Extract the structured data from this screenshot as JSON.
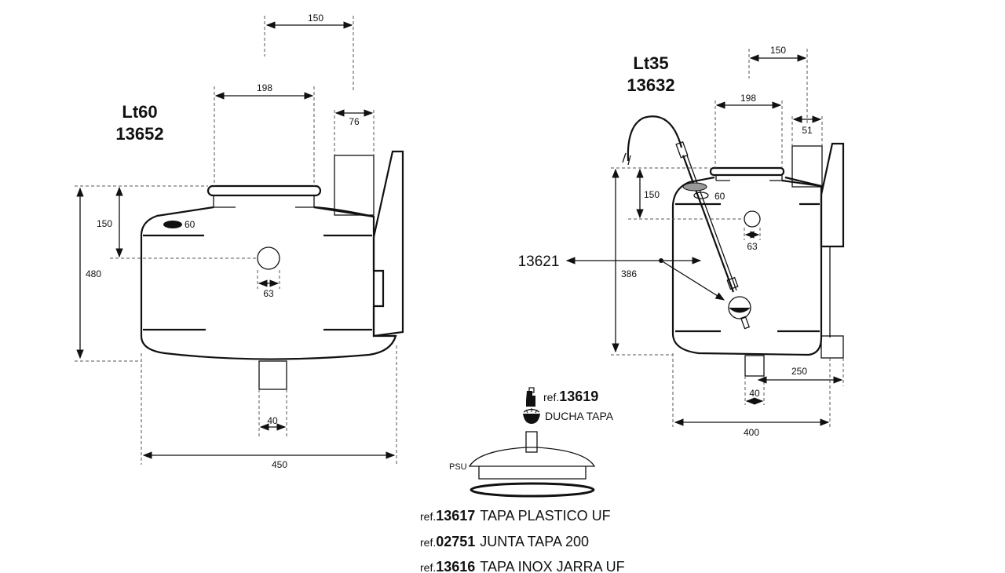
{
  "tank_lt60": {
    "model": "Lt60",
    "ref": "13652",
    "dims": {
      "top_offset": "150",
      "lid_width": "198",
      "unit_width": "76",
      "inlet_height": "150",
      "total_height": "480",
      "inlet_diameter": "63",
      "vent": "60",
      "outlet_width": "40",
      "total_width": "450"
    }
  },
  "tank_lt35": {
    "model": "Lt35",
    "ref": "13632",
    "dims": {
      "top_offset": "150",
      "lid_width": "198",
      "unit_width": "51",
      "inlet_height": "150",
      "vent": "60",
      "inlet_diameter": "63",
      "float_height": "386",
      "float_ref": "13621",
      "outlet_width": "40",
      "outlet_offset": "250",
      "total_width": "400"
    }
  },
  "lid_assembly": {
    "shower": {
      "ref_prefix": "ref.",
      "ref_number": "13619",
      "description": "DUCHA TAPA"
    },
    "lid_label": "PSU",
    "parts": [
      {
        "ref_prefix": "ref.",
        "ref_number": "13617",
        "description": "TAPA PLASTICO UF"
      },
      {
        "ref_prefix": "ref.",
        "ref_number": "02751",
        "description": "JUNTA TAPA 200"
      },
      {
        "ref_prefix": "ref.",
        "ref_number": "13616",
        "description": "TAPA INOX JARRA UF"
      }
    ]
  }
}
